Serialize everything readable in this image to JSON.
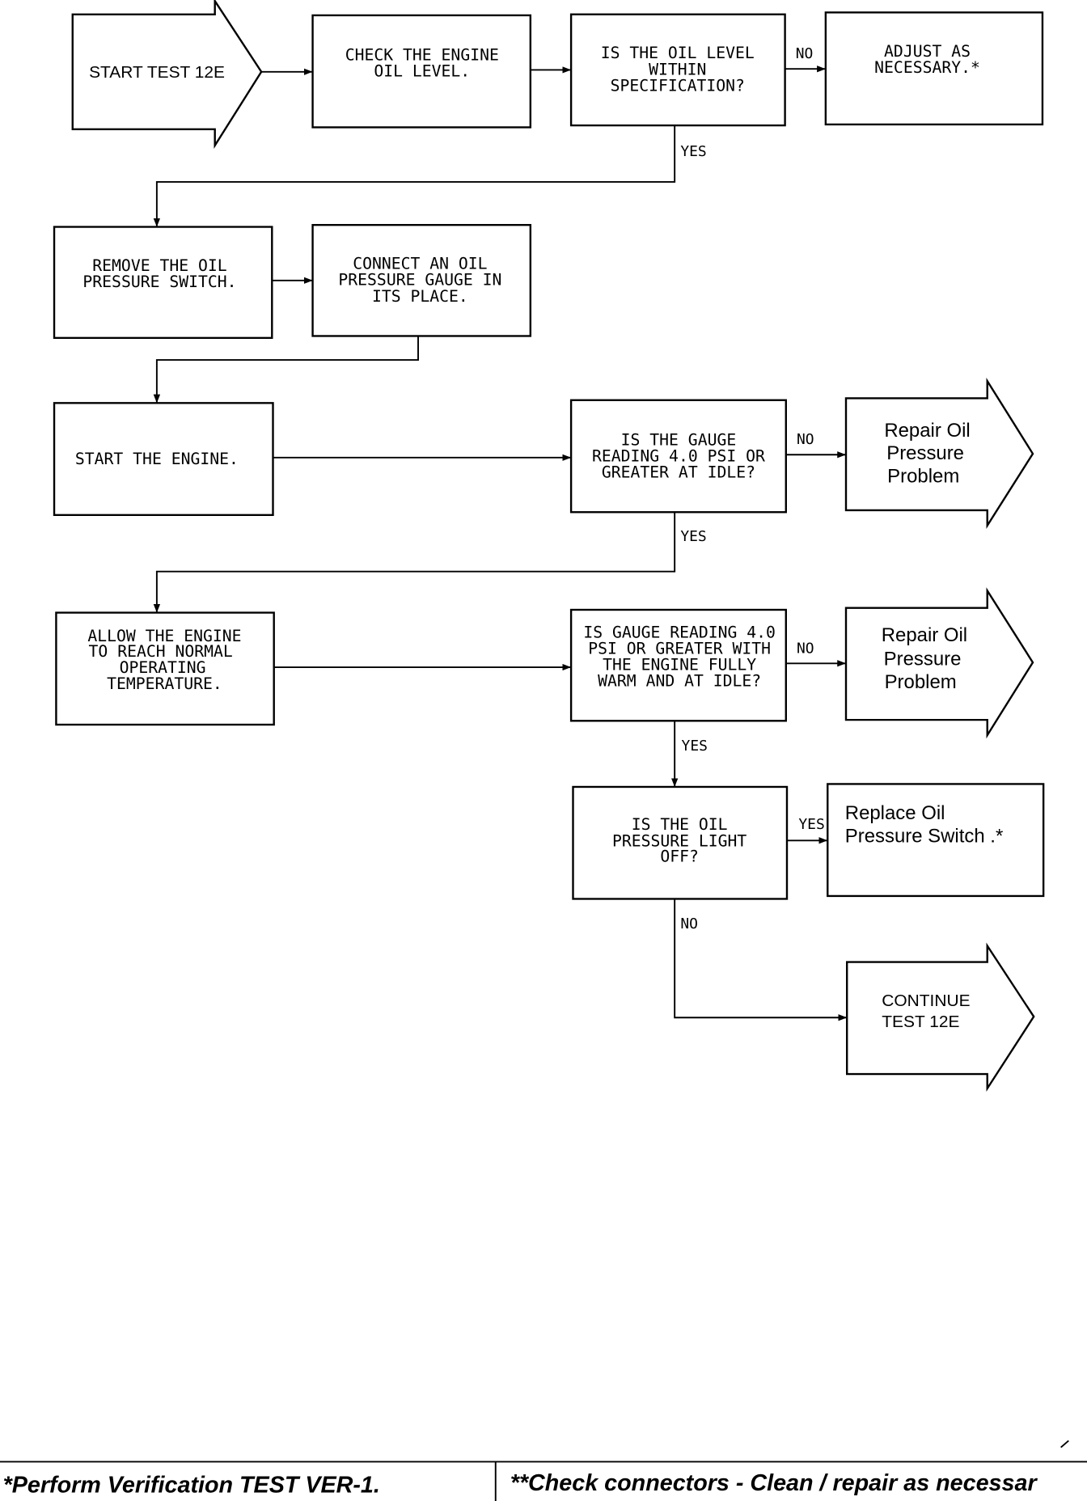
{
  "flowchart": {
    "start": {
      "label": "START TEST 12E"
    },
    "check_oil_level": {
      "lines": [
        "CHECK THE ENGINE",
        "OIL LEVEL."
      ]
    },
    "oil_level_ok": {
      "lines": [
        "IS THE OIL LEVEL",
        "WITHIN",
        "SPECIFICATION?"
      ]
    },
    "adjust": {
      "lines": [
        "ADJUST AS",
        "NECESSARY.*"
      ]
    },
    "remove_switch": {
      "lines": [
        "REMOVE THE OIL",
        "PRESSURE SWITCH."
      ]
    },
    "connect_gauge": {
      "lines": [
        "CONNECT AN OIL",
        "PRESSURE GAUGE IN",
        "ITS PLACE."
      ]
    },
    "start_engine": {
      "lines": [
        "START THE ENGINE."
      ]
    },
    "gauge_idle": {
      "lines": [
        "IS THE GAUGE",
        "READING 4.0 PSI OR",
        "GREATER AT IDLE?"
      ]
    },
    "repair_1": {
      "lines": [
        "Repair Oil",
        "Pressure",
        "Problem"
      ]
    },
    "warm_up": {
      "lines": [
        "ALLOW THE ENGINE",
        "TO REACH NORMAL",
        "OPERATING",
        "TEMPERATURE."
      ]
    },
    "gauge_warm": {
      "lines": [
        "IS GAUGE READING 4.0",
        "PSI OR GREATER WITH",
        "THE ENGINE FULLY",
        "WARM AND AT IDLE?"
      ]
    },
    "repair_2": {
      "lines": [
        "Repair Oil",
        "Pressure",
        "Problem"
      ]
    },
    "light_off": {
      "lines": [
        "IS THE OIL",
        "PRESSURE LIGHT",
        "OFF?"
      ]
    },
    "replace_switch": {
      "lines": [
        "Replace Oil",
        "Pressure Switch .*"
      ]
    },
    "continue": {
      "lines": [
        "CONTINUE",
        "TEST 12E"
      ]
    },
    "edge_labels": {
      "oil_level_no": "NO",
      "oil_level_yes": "YES",
      "gauge_idle_no": "NO",
      "gauge_idle_yes": "YES",
      "gauge_warm_no": "NO",
      "gauge_warm_yes": "YES",
      "light_off_yes": "YES",
      "light_off_no": "NO"
    }
  },
  "footer": {
    "left_note": "*Perform Verification TEST VER-1.",
    "right_note": "**Check connectors - Clean / repair as necessar"
  }
}
